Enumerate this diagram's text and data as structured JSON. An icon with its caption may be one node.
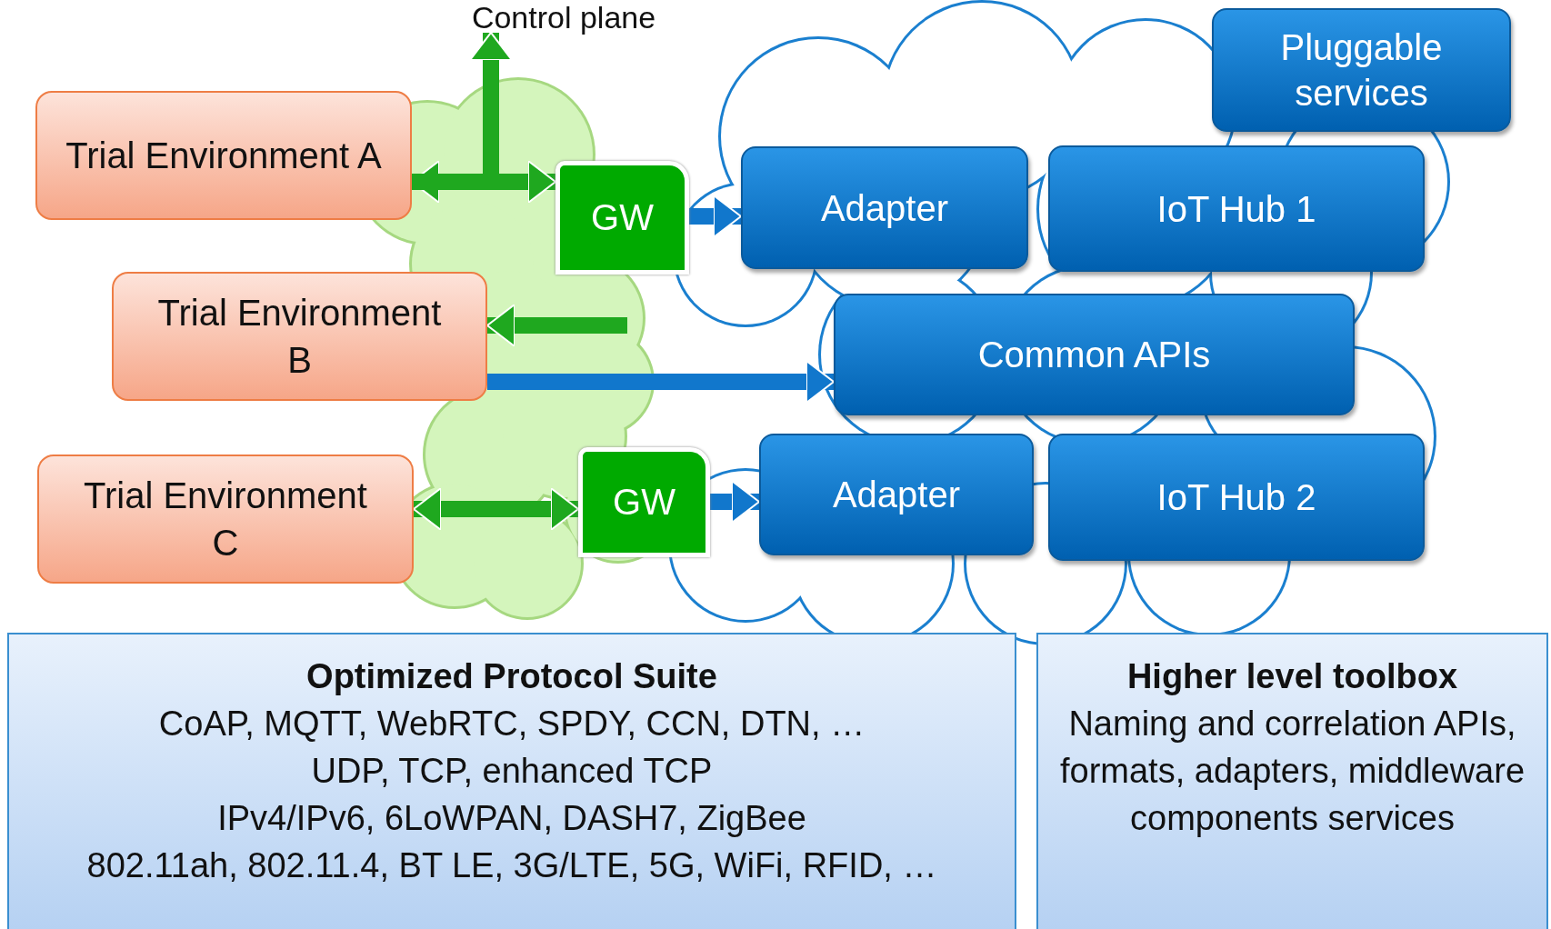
{
  "diagram": {
    "nodes": [
      {
        "text": [
          "Control plane"
        ]
      },
      {
        "text": [
          "Trial Environment A"
        ]
      },
      {
        "text": [
          "GW"
        ]
      },
      {
        "text": [
          "Adapter"
        ]
      },
      {
        "text": [
          "IoT Hub 1"
        ]
      },
      {
        "text": [
          "Pluggable services"
        ]
      },
      {
        "text": [
          "Trial Environment B"
        ]
      },
      {
        "text": [
          "Common APIs"
        ]
      },
      {
        "text": [
          "Trial Environment C"
        ]
      },
      {
        "text": [
          "GW"
        ]
      },
      {
        "text": [
          "Adapter"
        ]
      },
      {
        "text": [
          "IoT Hub 2"
        ]
      },
      {
        "text": [
          "Optimized Protocol Suite",
          "CoAP, MQTT, WebRTC, SPDY, CCN, DTN, …",
          "UDP, TCP, enhanced TCP",
          "IPv4/IPv6, 6LoWPAN, DASH7, ZigBee",
          "802.11ah, 802.11.4, BT LE, 3G/LTE, 5G, WiFi, RFID, …"
        ]
      },
      {
        "text": [
          "Higher level toolbox",
          "Naming and correlation APIs, formats, adapters, middleware components services"
        ]
      }
    ],
    "edges": [
      {
        "from": 1,
        "to": 2,
        "arrow": "both"
      },
      {
        "from": 1,
        "to": 0,
        "arrow": "to"
      },
      {
        "from": 2,
        "to": 3,
        "arrow": "to",
        "color": "#1177cc"
      },
      {
        "from": null,
        "to": 6,
        "arrow": "to"
      },
      {
        "from": 6,
        "to": 7,
        "arrow": "to",
        "color": "#1177cc"
      },
      {
        "from": 8,
        "to": 9,
        "arrow": "both"
      },
      {
        "from": 9,
        "to": 10,
        "arrow": "to",
        "color": "#1177cc"
      }
    ]
  }
}
